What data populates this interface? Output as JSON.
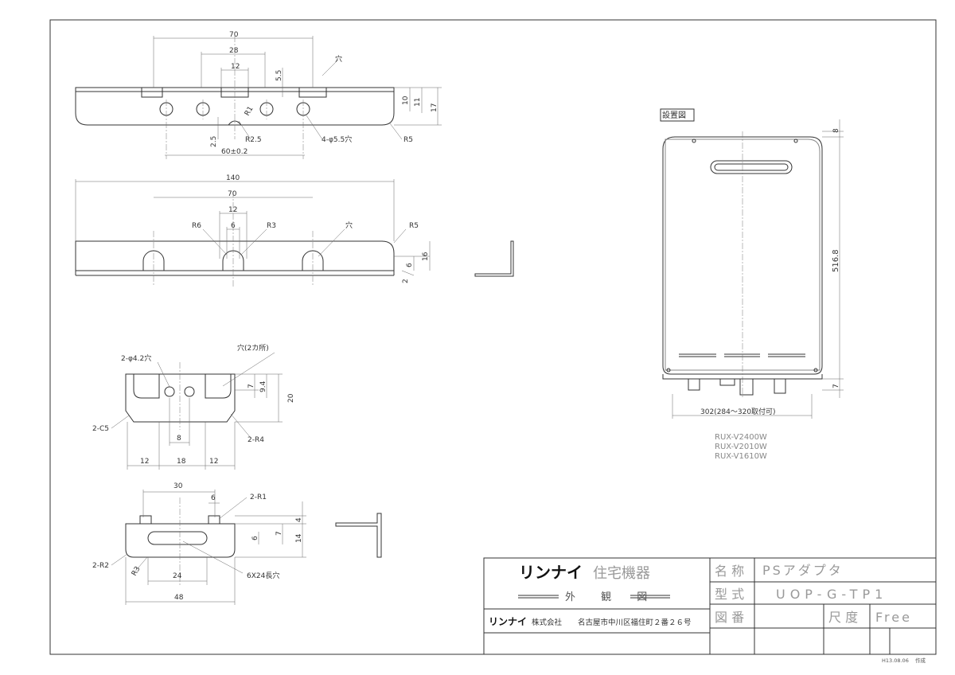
{
  "titleblock": {
    "company_name": "リンナイ",
    "division": "住宅機器",
    "drawing_kind": "外 観 図",
    "company_footer": "リンナイ",
    "company_suffix": "株式会社",
    "address": "名古屋市中川区福住町２番２６号",
    "label_name": "名 称",
    "value_name": "PSアダプタ",
    "label_model": "型 式",
    "value_model": "UOP-G-TP1",
    "label_drawing_no": "図 番",
    "label_scale": "尺 度",
    "value_scale": "Free",
    "date_note": "H13.08.06",
    "author_note": "作成"
  },
  "install_view": {
    "label": "設置図",
    "dim_height": "516.8",
    "dim_top": "8",
    "dim_bottom": "7",
    "dim_width": "302(284～320取付可)",
    "models": [
      "RUX-V2400W",
      "RUX-V2010W",
      "RUX-V1610W"
    ]
  },
  "view1": {
    "d70": "70",
    "d28": "28",
    "d12": "12",
    "d55": "5.5",
    "hole": "穴",
    "d10": "10",
    "d11": "11",
    "d17": "17",
    "r1": "R1",
    "d25": "2.5",
    "r25": "R2.5",
    "holes4": "4-φ5.5穴",
    "r5": "R5",
    "d60": "60±0.2"
  },
  "view2": {
    "d140": "140",
    "d70": "70",
    "d12": "12",
    "d6": "6",
    "r6": "R6",
    "r3": "R3",
    "hole": "穴",
    "r5": "R5",
    "d6v": "6",
    "d16": "16",
    "d2": "2"
  },
  "view3": {
    "holes": "2-φ4.2穴",
    "holes2": "穴(2カ所)",
    "d7": "7",
    "d94": "9.4",
    "d20": "20",
    "c5": "2-C5",
    "d8": "8",
    "r4": "2-R4",
    "d12a": "12",
    "d18": "18",
    "d12b": "12"
  },
  "view4": {
    "d30": "30",
    "d6": "6",
    "r1": "2-R1",
    "d4": "4",
    "d7": "7",
    "d6v": "6",
    "d14": "14",
    "r2": "2-R2",
    "r3": "R3",
    "d24": "24",
    "slot": "6X24長穴",
    "d48": "48"
  }
}
